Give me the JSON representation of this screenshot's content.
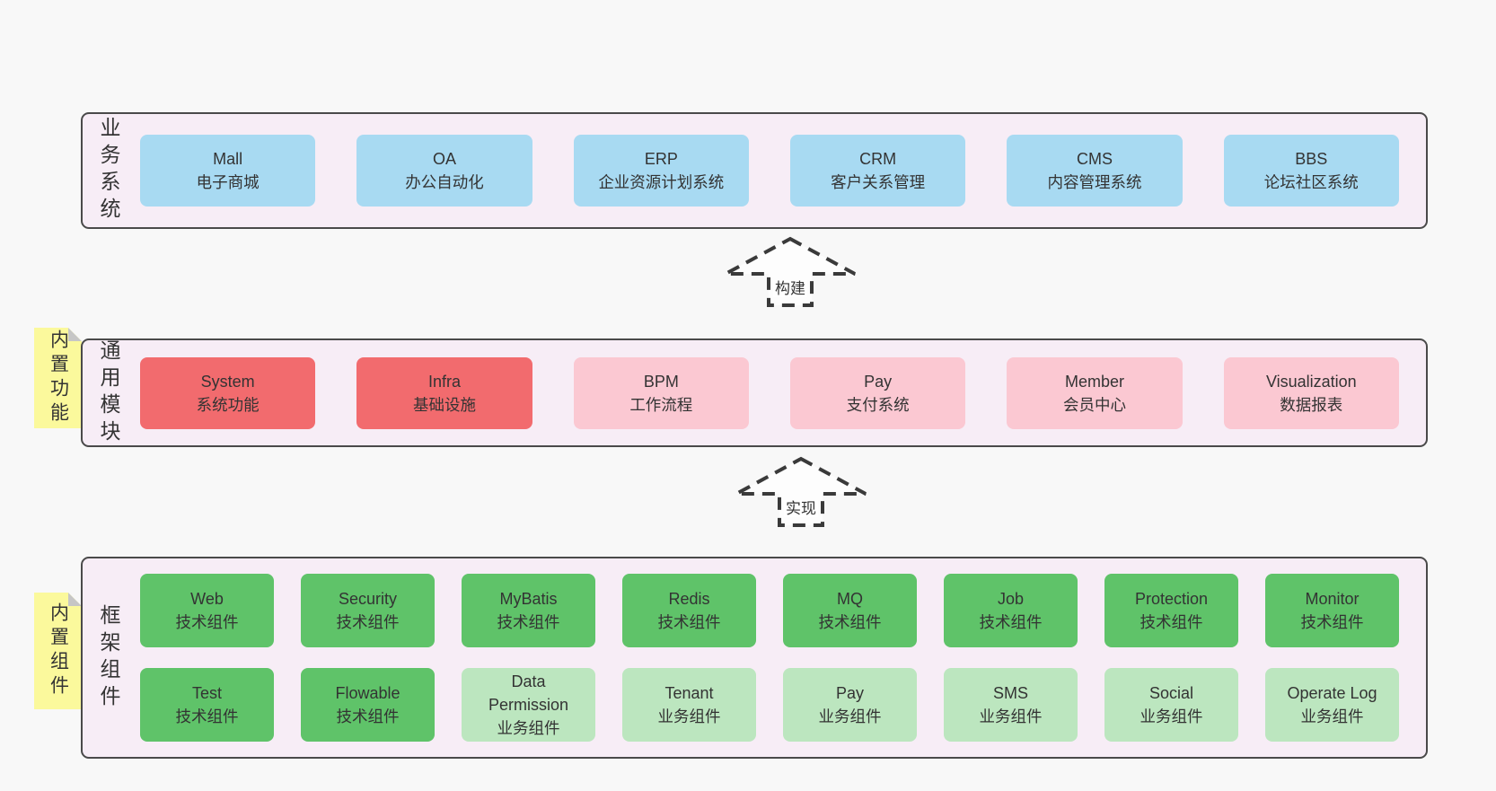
{
  "page": {
    "background": "#f8f8f8"
  },
  "colors": {
    "panel_bg": "#f7edf6",
    "panel_border": "#4a4a4a",
    "blue": "#a8daf2",
    "red": "#f26b6e",
    "pink": "#fbc8d2",
    "green": "#5fc369",
    "light_green": "#bce6bf",
    "sticky_bg": "#fbf99c",
    "sticky_fold": "#c6c6c6",
    "text": "#333333"
  },
  "sections": {
    "business": {
      "label": "业务系统",
      "items": [
        {
          "title": "Mall",
          "subtitle": "电子商城"
        },
        {
          "title": "OA",
          "subtitle": "办公自动化"
        },
        {
          "title": "ERP",
          "subtitle": "企业资源计划系统"
        },
        {
          "title": "CRM",
          "subtitle": "客户关系管理"
        },
        {
          "title": "CMS",
          "subtitle": "内容管理系统"
        },
        {
          "title": "BBS",
          "subtitle": "论坛社区系统"
        }
      ]
    },
    "modules": {
      "label": "通用模块",
      "sticky": "内置功能",
      "items": [
        {
          "title": "System",
          "subtitle": "系统功能"
        },
        {
          "title": "Infra",
          "subtitle": "基础设施"
        },
        {
          "title": "BPM",
          "subtitle": "工作流程"
        },
        {
          "title": "Pay",
          "subtitle": "支付系统"
        },
        {
          "title": "Member",
          "subtitle": "会员中心"
        },
        {
          "title": "Visualization",
          "subtitle": "数据报表"
        }
      ]
    },
    "framework": {
      "label": "框架组件",
      "sticky": "内置组件",
      "row1": [
        {
          "title": "Web",
          "subtitle": "技术组件"
        },
        {
          "title": "Security",
          "subtitle": "技术组件"
        },
        {
          "title": "MyBatis",
          "subtitle": "技术组件"
        },
        {
          "title": "Redis",
          "subtitle": "技术组件"
        },
        {
          "title": "MQ",
          "subtitle": "技术组件"
        },
        {
          "title": "Job",
          "subtitle": "技术组件"
        },
        {
          "title": "Protection",
          "subtitle": "技术组件"
        },
        {
          "title": "Monitor",
          "subtitle": "技术组件"
        }
      ],
      "row2": [
        {
          "title": "Test",
          "subtitle": "技术组件"
        },
        {
          "title": "Flowable",
          "subtitle": "技术组件"
        },
        {
          "title": "Data Permission",
          "subtitle": "业务组件"
        },
        {
          "title": "Tenant",
          "subtitle": "业务组件"
        },
        {
          "title": "Pay",
          "subtitle": "业务组件"
        },
        {
          "title": "SMS",
          "subtitle": "业务组件"
        },
        {
          "title": "Social",
          "subtitle": "业务组件"
        },
        {
          "title": "Operate Log",
          "subtitle": "业务组件"
        }
      ]
    }
  },
  "arrows": {
    "build": "构建",
    "implement": "实现"
  }
}
